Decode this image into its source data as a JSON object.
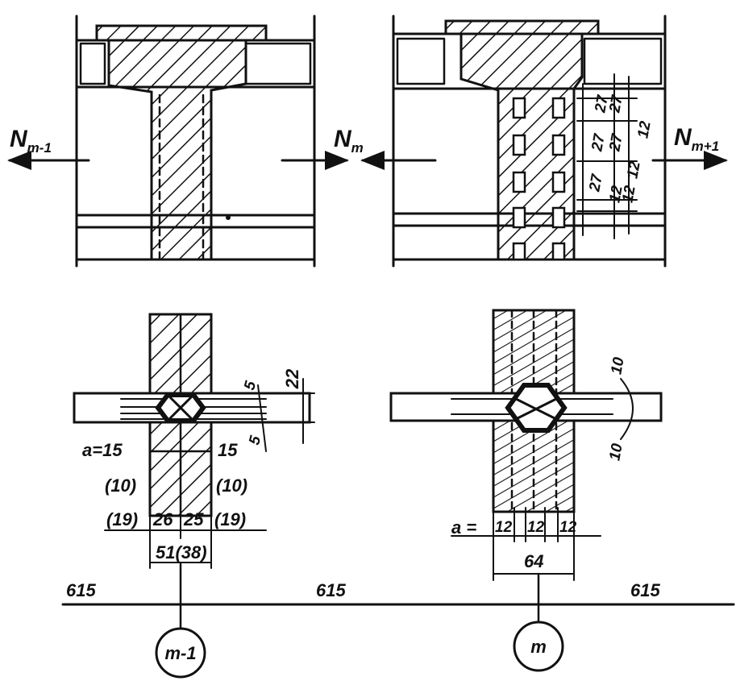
{
  "top_left": {
    "force": {
      "main": "N",
      "sub": "m-1"
    }
  },
  "top_middle": {
    "force": {
      "main": "N",
      "sub": "m"
    }
  },
  "top_right": {
    "force": {
      "main": "N",
      "sub": "m+1"
    },
    "dims": [
      "27",
      "27",
      "27",
      "27",
      "27",
      "12",
      "12",
      "12",
      "12"
    ]
  },
  "bottom_left": {
    "dim_5_top": "5",
    "dim_5_bottom": "5",
    "dim_22": "22",
    "a_left": "a=15",
    "a_right": "15",
    "ten_left": "(10)",
    "ten_right": "(10)",
    "row_19_left": "(19)",
    "row_26": "26",
    "row_25": "25",
    "row_19_right": "(19)",
    "total": "51(38)"
  },
  "bottom_right": {
    "dim_10_top": "10",
    "dim_10_bottom": "10",
    "a_label": "a =",
    "a_vals": [
      "12",
      "12",
      "12"
    ],
    "total": "64"
  },
  "axis": {
    "spans": [
      "615",
      "615",
      "615"
    ],
    "markers": [
      "m-1",
      "m"
    ]
  }
}
